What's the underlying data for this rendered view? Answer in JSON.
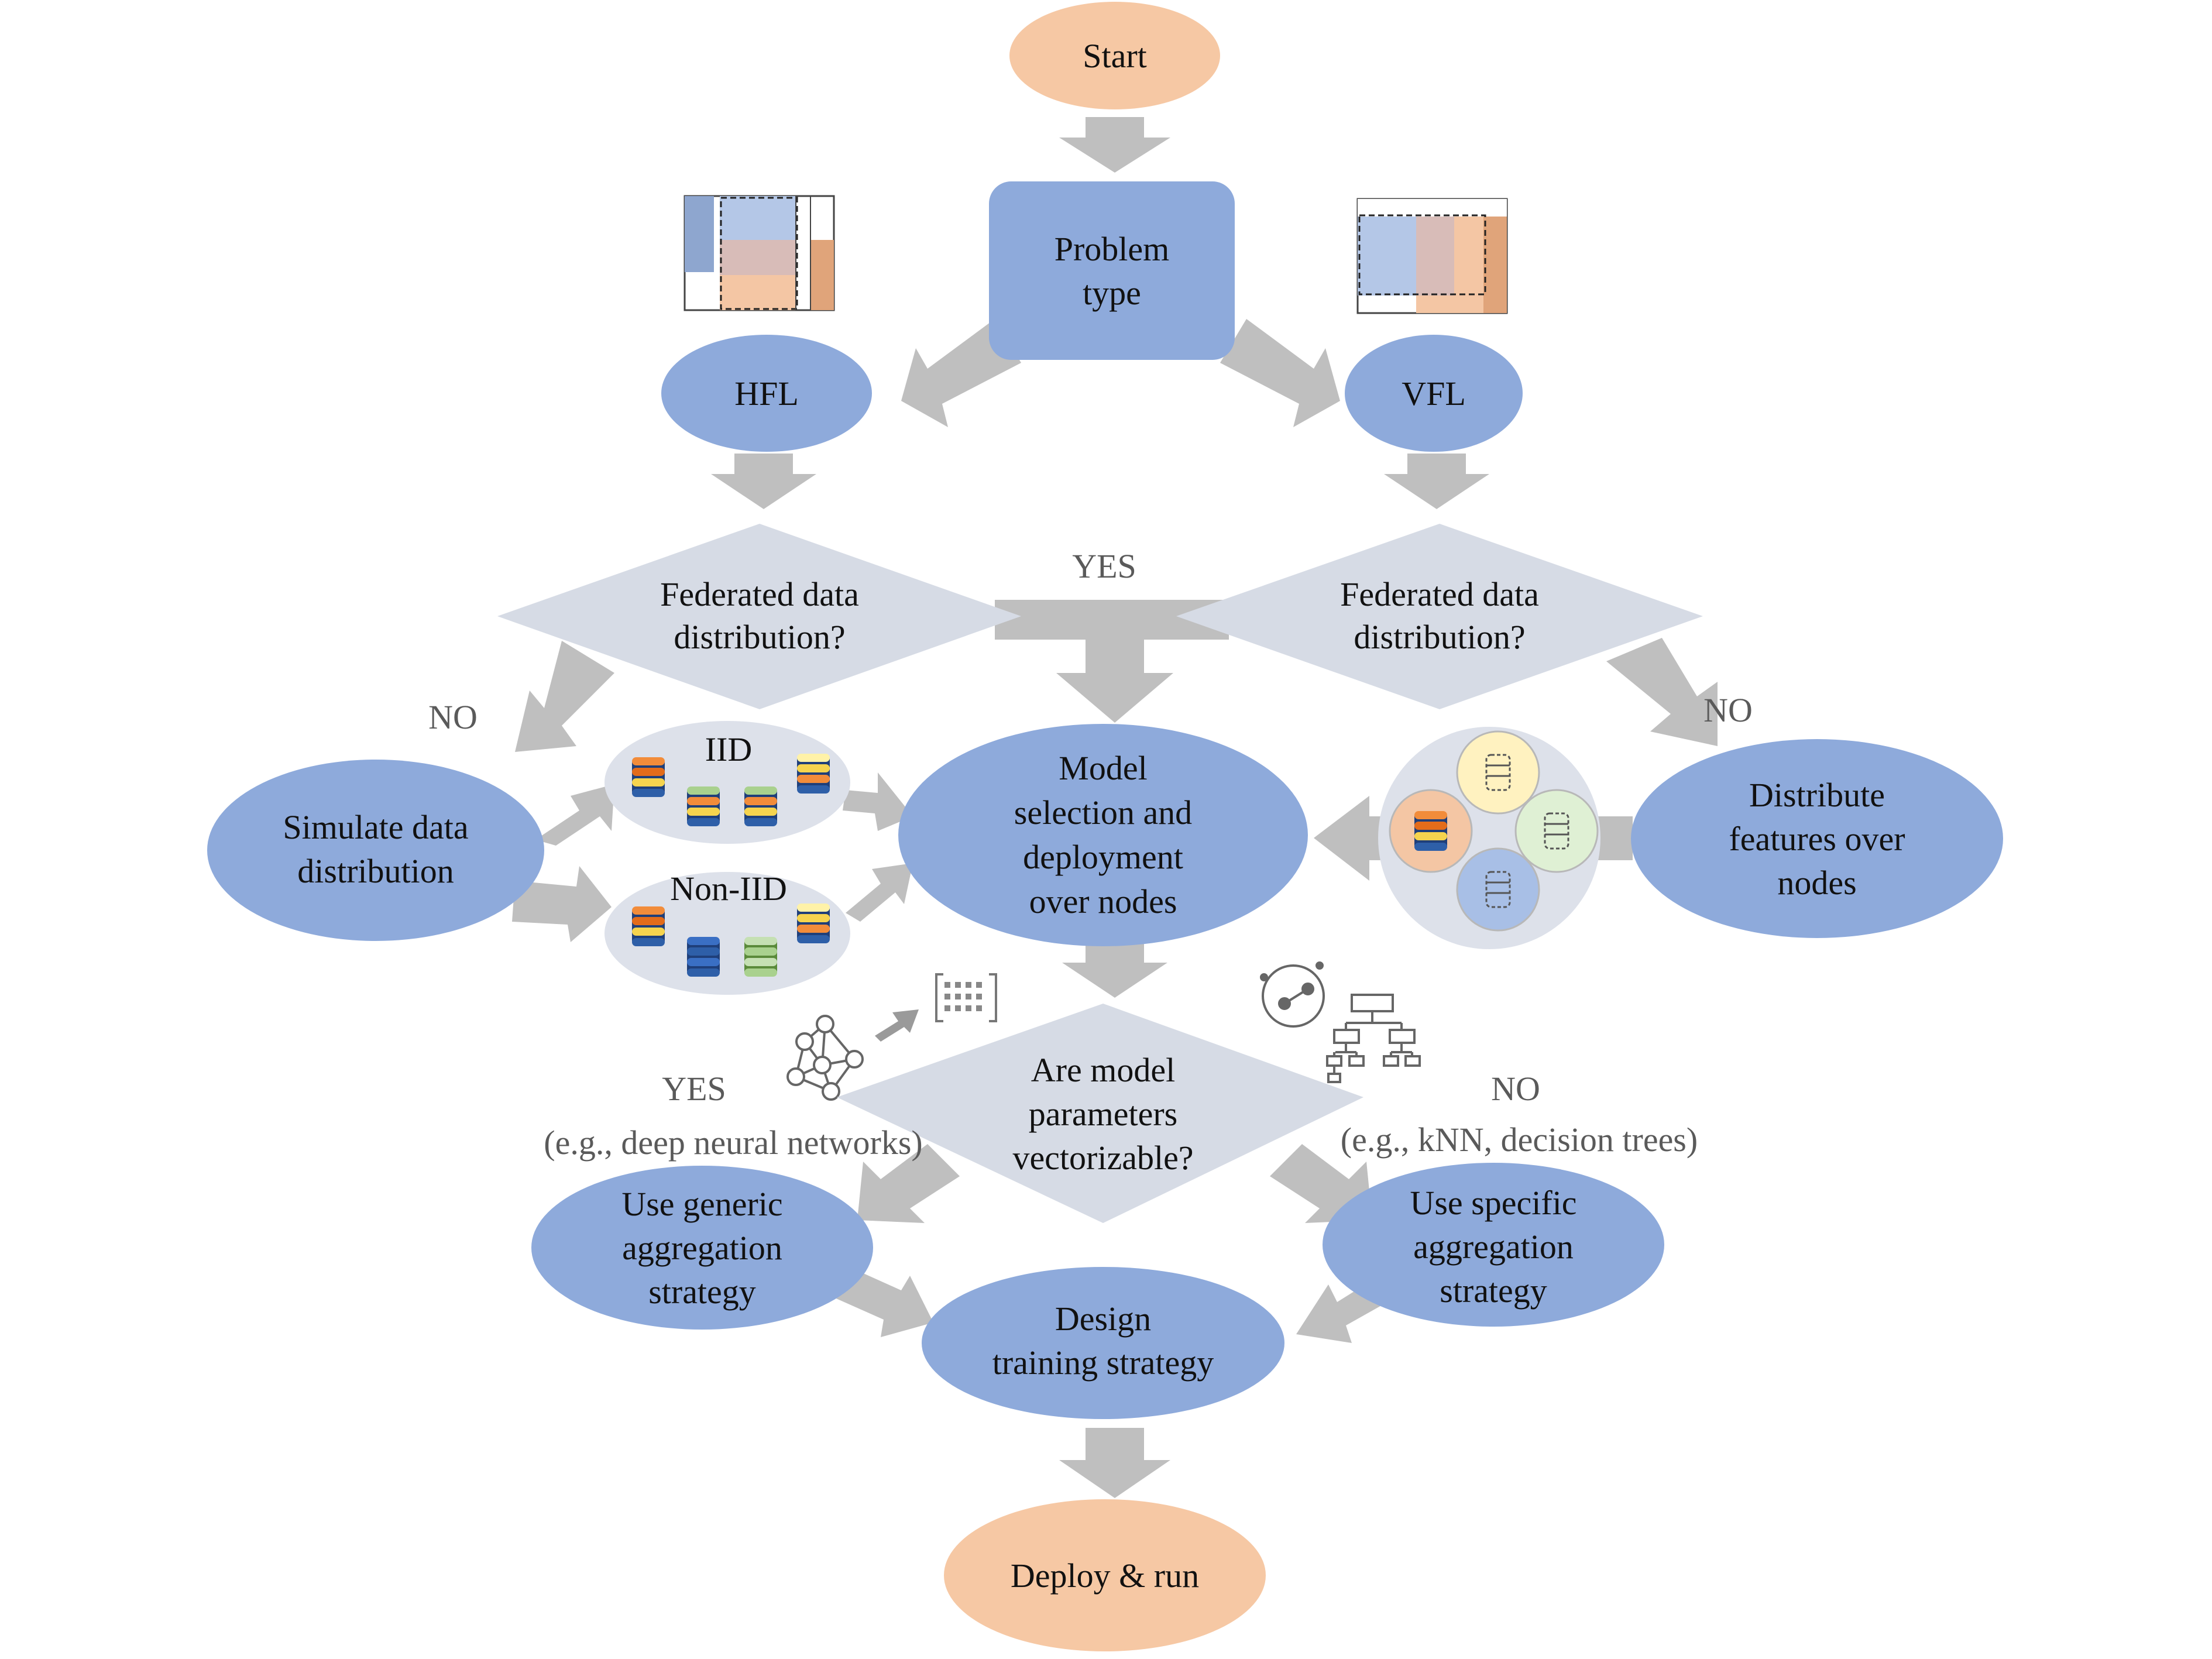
{
  "colors": {
    "terminal": "#f6c8a4",
    "process": "#8eaadb",
    "decision": "#d6dbe5",
    "arrow": "#bfbfbf",
    "label_gray": "#5a5a5a",
    "group_bg": "#dde1ea"
  },
  "nodes": {
    "start": "Start",
    "problem_type": [
      "Problem",
      "type"
    ],
    "hfl": "HFL",
    "vfl": "VFL",
    "decision_left": [
      "Federated data",
      "distribution?"
    ],
    "decision_right": [
      "Federated data",
      "distribution?"
    ],
    "simulate": [
      "Simulate data",
      "distribution"
    ],
    "iid": "IID",
    "non_iid": "Non-IID",
    "model_selection": [
      "Model",
      "selection and",
      "deployment",
      "over nodes"
    ],
    "distribute_features": [
      "Distribute",
      "features over",
      "nodes"
    ],
    "vectorizable": [
      "Are model",
      "parameters",
      "vectorizable?"
    ],
    "generic_aggregation": [
      "Use generic",
      "aggregation",
      "strategy"
    ],
    "specific_aggregation": [
      "Use specific",
      "aggregation",
      "strategy"
    ],
    "design_training": [
      "Design",
      "training strategy"
    ],
    "deploy_run": "Deploy & run"
  },
  "branch_labels": {
    "yes_top": "YES",
    "no_left": "NO",
    "no_right": "NO",
    "yes_vector": "YES",
    "yes_vector_example": "(e.g., deep neural networks)",
    "no_vector": "NO",
    "no_vector_example": "(e.g., kNN, decision trees)"
  },
  "icons": [
    "horizontal-partition-icon",
    "vertical-partition-icon",
    "database-stack-icon",
    "neural-network-icon",
    "vector-grid-icon",
    "knn-cluster-icon",
    "decision-tree-icon"
  ]
}
